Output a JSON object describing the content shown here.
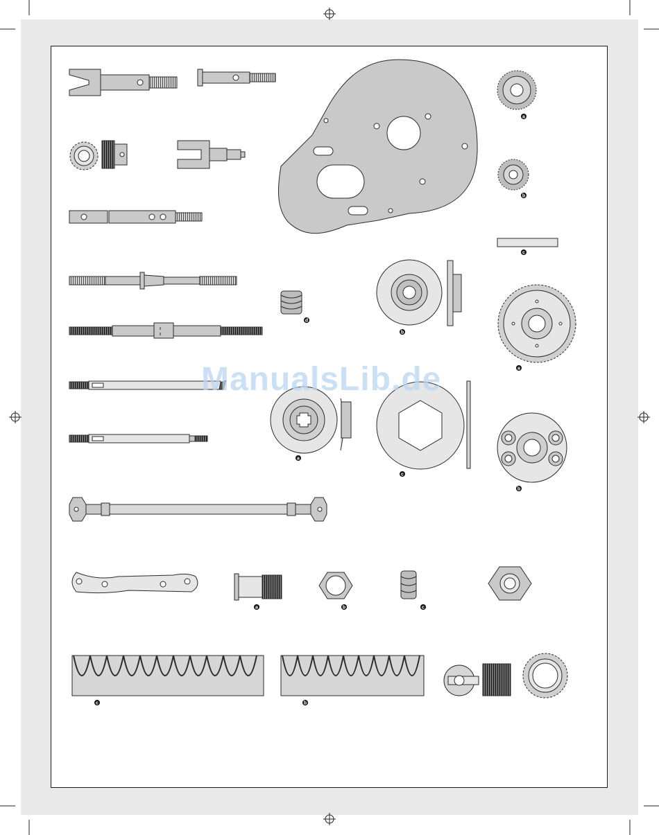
{
  "watermark": "ManualsLib.de",
  "labels": {
    "diff_gear_large": "a",
    "diff_gear_small": "b",
    "pin": "c",
    "slipper_spring": "d",
    "slipper_plate_b": "b",
    "spur_gear": "a",
    "pressure_plate": "a",
    "slipper_pad": "c",
    "diff_housing": "b",
    "bushing": "a",
    "hex_nut": "b",
    "small_spring": "c",
    "shock_spring_long": "c",
    "shock_spring_medium": "b"
  },
  "colors": {
    "part_fill": "#c9c9c9",
    "outline": "#2a2a2a",
    "light_fill": "#e6e6e6",
    "label_fill": "#111111"
  }
}
